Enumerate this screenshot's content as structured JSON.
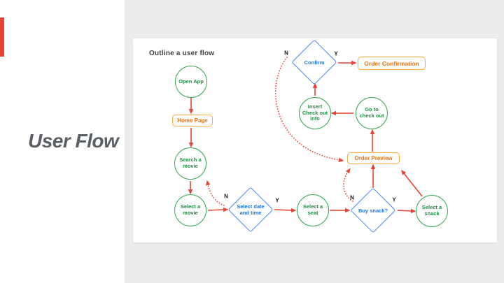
{
  "slide": {
    "title": "User Flow"
  },
  "canvas": {
    "heading": "Outline a user flow"
  },
  "palette": {
    "accent_red": "#e84335",
    "arrow_red": "#ea4335",
    "circle_green": "#34a853",
    "circle_text_green": "#1e8e3e",
    "diamond_blue": "#4285f4",
    "diamond_text_blue": "#1a73e8",
    "rect_orange": "#f9ab40",
    "rect_text_orange": "#e8710a",
    "branch_label_black": "#17191c",
    "title_gray": "#5a5f66"
  },
  "nodes": [
    {
      "id": "open-app",
      "type": "circle",
      "label": "Open App"
    },
    {
      "id": "home-page",
      "type": "rect",
      "label": "Home Page"
    },
    {
      "id": "search-movie",
      "type": "circle",
      "label": "Search a movie"
    },
    {
      "id": "select-movie",
      "type": "circle",
      "label": "Select a movie"
    },
    {
      "id": "select-date-time",
      "type": "diamond",
      "label": "Select date and time"
    },
    {
      "id": "select-seat",
      "type": "circle",
      "label": "Select a seat"
    },
    {
      "id": "buy-snack",
      "type": "diamond",
      "label": "Buy snack?"
    },
    {
      "id": "select-snack",
      "type": "circle",
      "label": "Select a snack"
    },
    {
      "id": "order-preview",
      "type": "rect",
      "label": "Order Preview"
    },
    {
      "id": "go-checkout",
      "type": "circle",
      "label": "Go to check out"
    },
    {
      "id": "insert-checkout-info",
      "type": "circle",
      "label": "Insert Check out info"
    },
    {
      "id": "confirm",
      "type": "diamond",
      "label": "Confirm"
    },
    {
      "id": "order-confirmation",
      "type": "rect",
      "label": "Order Confirmation"
    }
  ],
  "branch_labels": [
    {
      "id": "select-date-time-n",
      "label": "N"
    },
    {
      "id": "select-date-time-y",
      "label": "Y"
    },
    {
      "id": "buy-snack-n",
      "label": "N"
    },
    {
      "id": "buy-snack-y",
      "label": "Y"
    },
    {
      "id": "confirm-n",
      "label": "N"
    },
    {
      "id": "confirm-y",
      "label": "Y"
    }
  ],
  "edges": [
    {
      "from": "open-app",
      "to": "home-page",
      "style": "solid"
    },
    {
      "from": "home-page",
      "to": "search-movie",
      "style": "solid"
    },
    {
      "from": "search-movie",
      "to": "select-movie",
      "style": "solid"
    },
    {
      "from": "select-movie",
      "to": "select-date-time",
      "style": "solid"
    },
    {
      "from": "select-date-time",
      "to": "select-seat",
      "style": "solid",
      "branch": "Y"
    },
    {
      "from": "select-date-time",
      "to": "search-movie",
      "style": "dotted",
      "branch": "N"
    },
    {
      "from": "select-seat",
      "to": "buy-snack",
      "style": "solid"
    },
    {
      "from": "buy-snack",
      "to": "select-snack",
      "style": "solid",
      "branch": "Y"
    },
    {
      "from": "buy-snack",
      "to": "order-preview",
      "style": "solid"
    },
    {
      "from": "buy-snack",
      "to": "order-preview",
      "style": "dotted",
      "branch": "N"
    },
    {
      "from": "select-snack",
      "to": "order-preview",
      "style": "solid"
    },
    {
      "from": "order-preview",
      "to": "go-checkout",
      "style": "solid"
    },
    {
      "from": "go-checkout",
      "to": "insert-checkout-info",
      "style": "solid"
    },
    {
      "from": "insert-checkout-info",
      "to": "confirm",
      "style": "solid"
    },
    {
      "from": "confirm",
      "to": "order-confirmation",
      "style": "solid",
      "branch": "Y"
    },
    {
      "from": "confirm",
      "to": "order-preview",
      "style": "dotted",
      "branch": "N"
    }
  ]
}
